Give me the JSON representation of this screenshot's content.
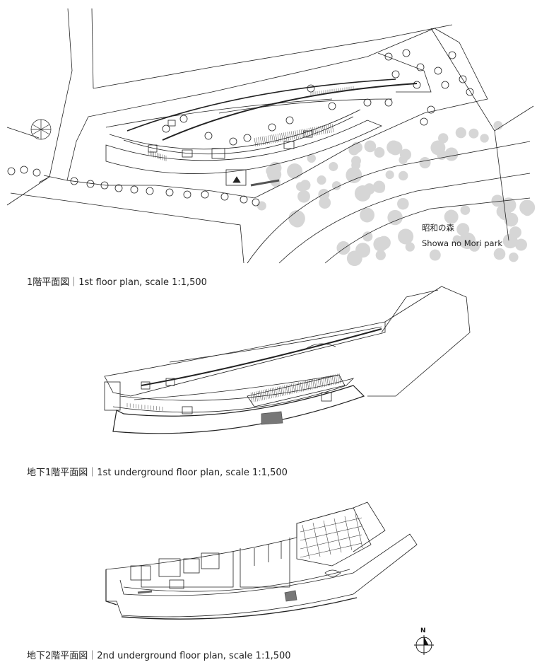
{
  "plans": [
    {
      "caption": "1階平面図｜1st floor plan, scale 1:1,500"
    },
    {
      "caption": "地下1階平面図｜1st underground floor plan, scale 1:1,500"
    },
    {
      "caption": "地下2階平面図｜2nd underground floor plan, scale 1:1,500"
    }
  ],
  "park": {
    "name_jp": "昭和の森",
    "name_en": "Showa no Mori park"
  },
  "north_arrow": {
    "letter": "N"
  }
}
